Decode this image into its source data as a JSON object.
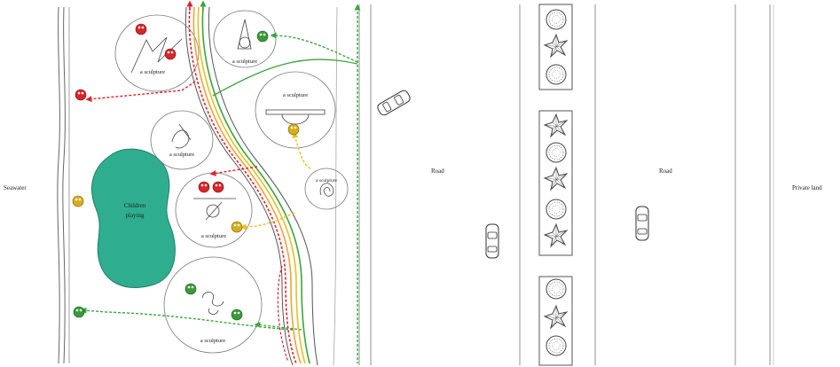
{
  "labels": {
    "seawater": "Seawater",
    "children_playing_1": "Children",
    "children_playing_2": "playing",
    "sculpture": "a sculpture",
    "road": "Road",
    "private_land": "Private land"
  },
  "colors": {
    "red_path": "#e0202a",
    "orange_path": "#f2a33a",
    "yellow_path": "#e8c01e",
    "green_path": "#3aa53a",
    "pond": "#2fae8f",
    "marker_red": "#d8262b",
    "marker_yellow": "#d9ad19",
    "marker_green": "#3a9a37"
  },
  "icons": {
    "marker": "face-marker-icon",
    "tree_round": "round-shrub-icon",
    "tree_star": "star-shrub-icon",
    "car": "car-icon"
  }
}
